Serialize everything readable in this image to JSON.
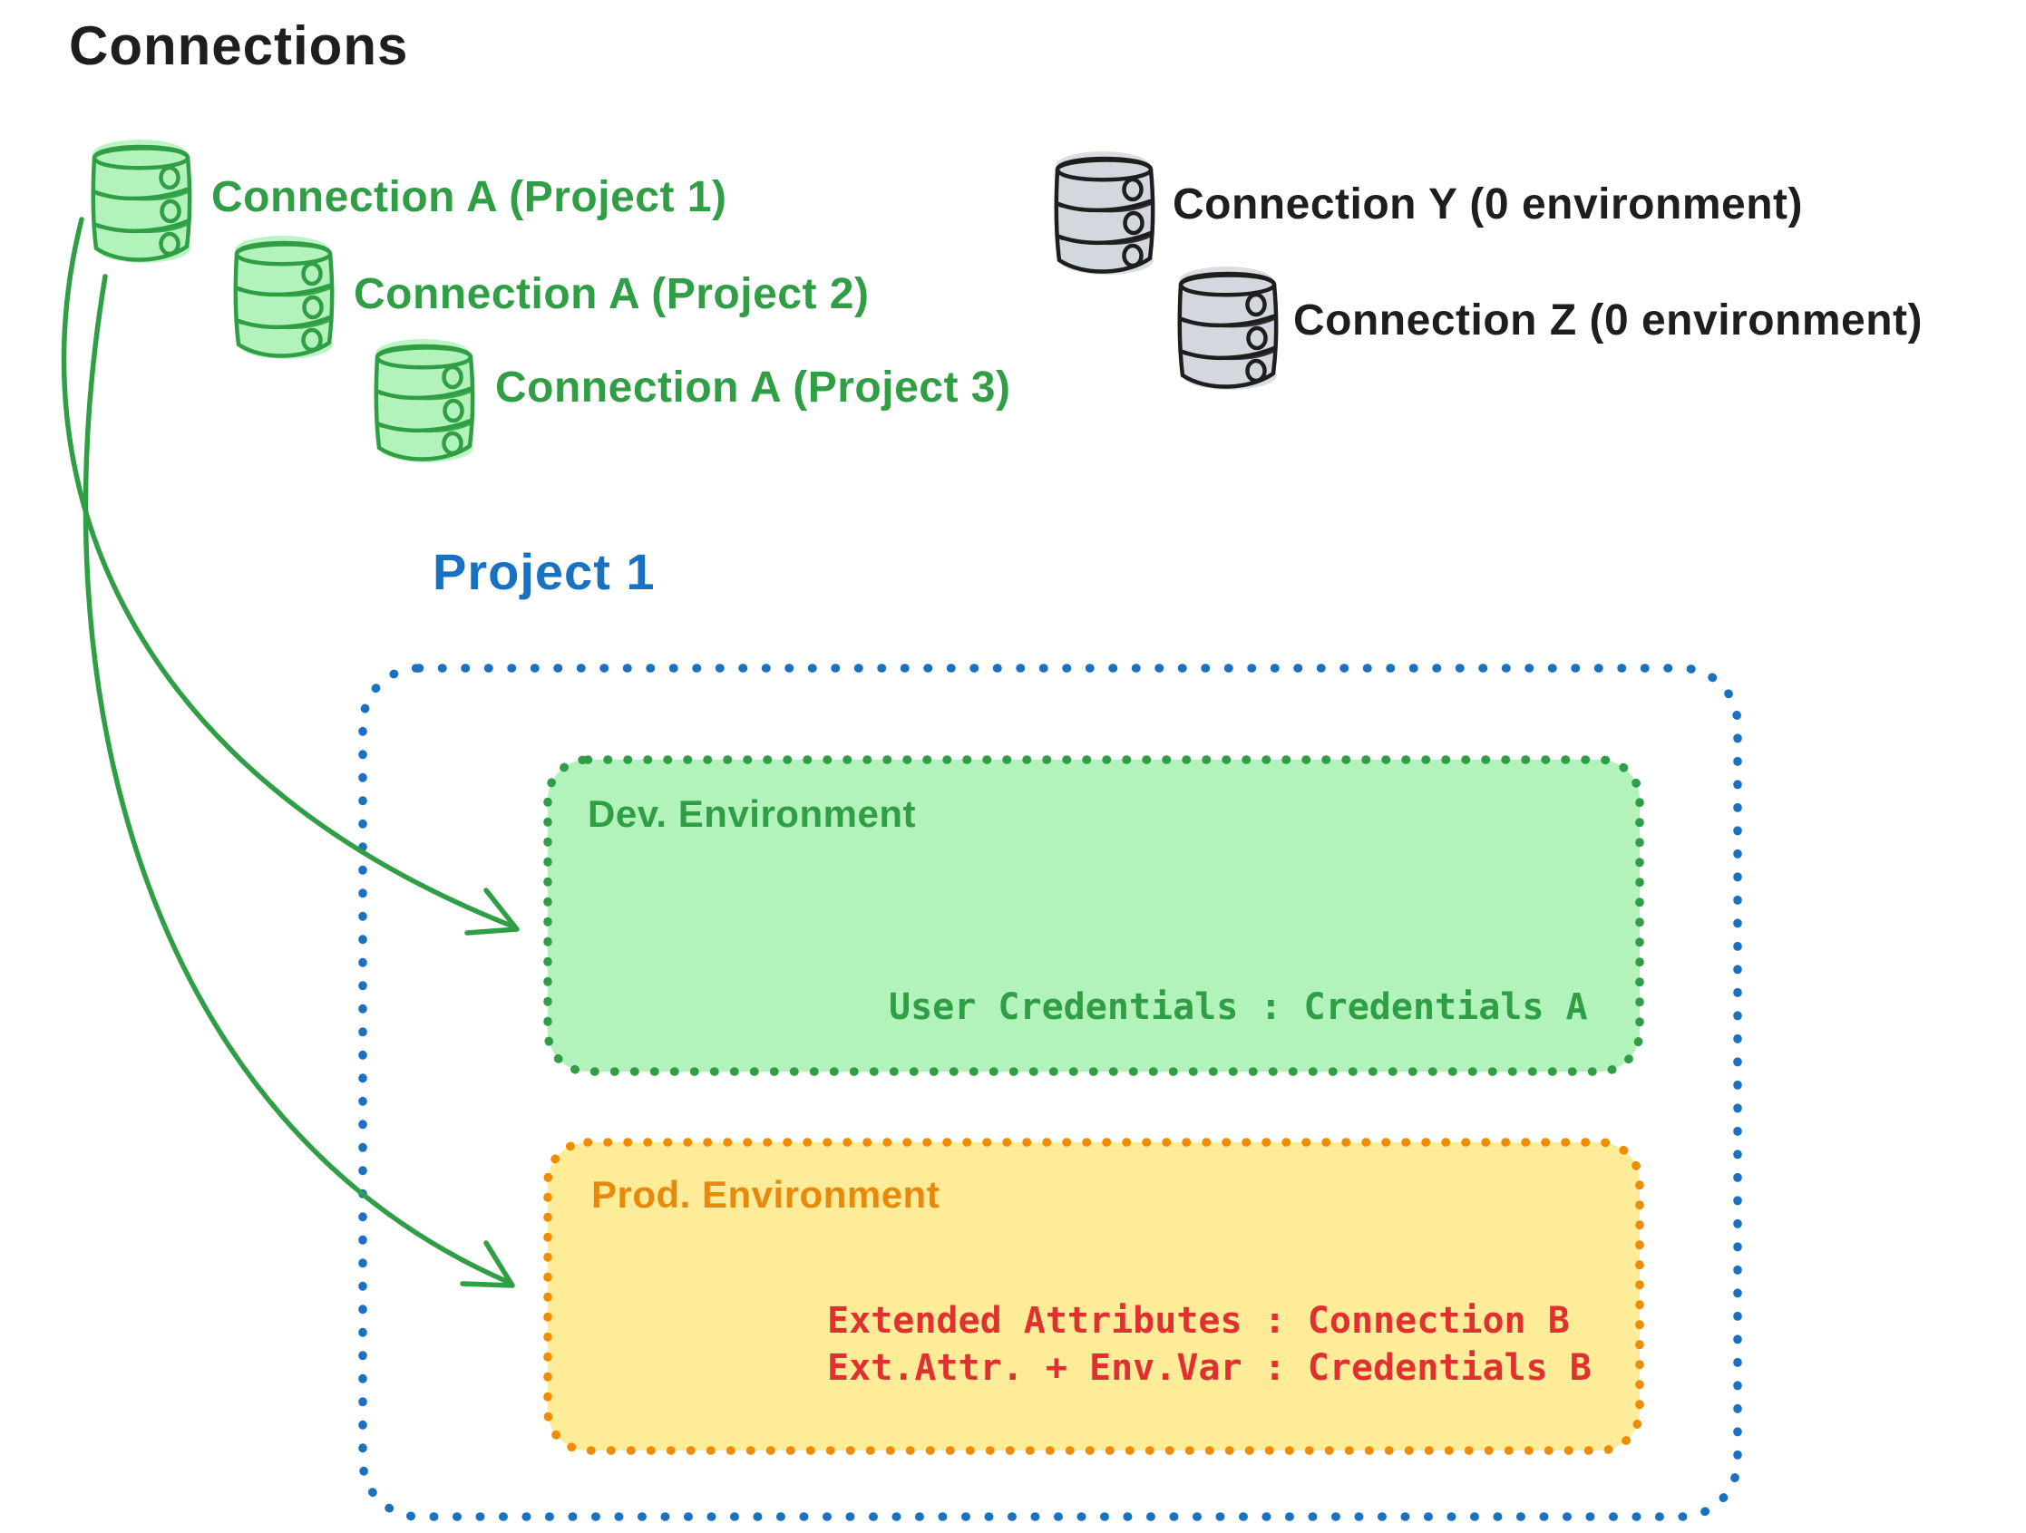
{
  "title": "Connections",
  "palette": {
    "ink_black": "#1e1e1e",
    "green_stroke": "#2f9e44",
    "green_fill": "#b2f2bb",
    "gray_fill": "#d4d8de",
    "blue": "#1971c2",
    "orange_stroke": "#f08c00",
    "orange_text": "#e8890c",
    "orange_fill": "#ffec99",
    "red": "#e03131"
  },
  "connections": {
    "assigned": [
      {
        "icon": "database-icon",
        "color": "green",
        "label": "Connection A (Project 1)"
      },
      {
        "icon": "database-icon",
        "color": "green",
        "label": "Connection A (Project 2)"
      },
      {
        "icon": "database-icon",
        "color": "green",
        "label": "Connection A (Project 3)"
      }
    ],
    "unassigned": [
      {
        "icon": "database-icon",
        "color": "gray",
        "label": "Connection Y (0 environment)"
      },
      {
        "icon": "database-icon",
        "color": "gray",
        "label": "Connection Z (0 environment)"
      }
    ]
  },
  "project": {
    "title": "Project 1",
    "dev_environment": {
      "label": "Dev. Environment",
      "mapping": "User Credentials : Credentials A"
    },
    "prod_environment": {
      "label": "Prod. Environment",
      "mappings": [
        "Extended Attributes : Connection B",
        "Ext.Attr. + Env.Var : Credentials B"
      ]
    }
  }
}
